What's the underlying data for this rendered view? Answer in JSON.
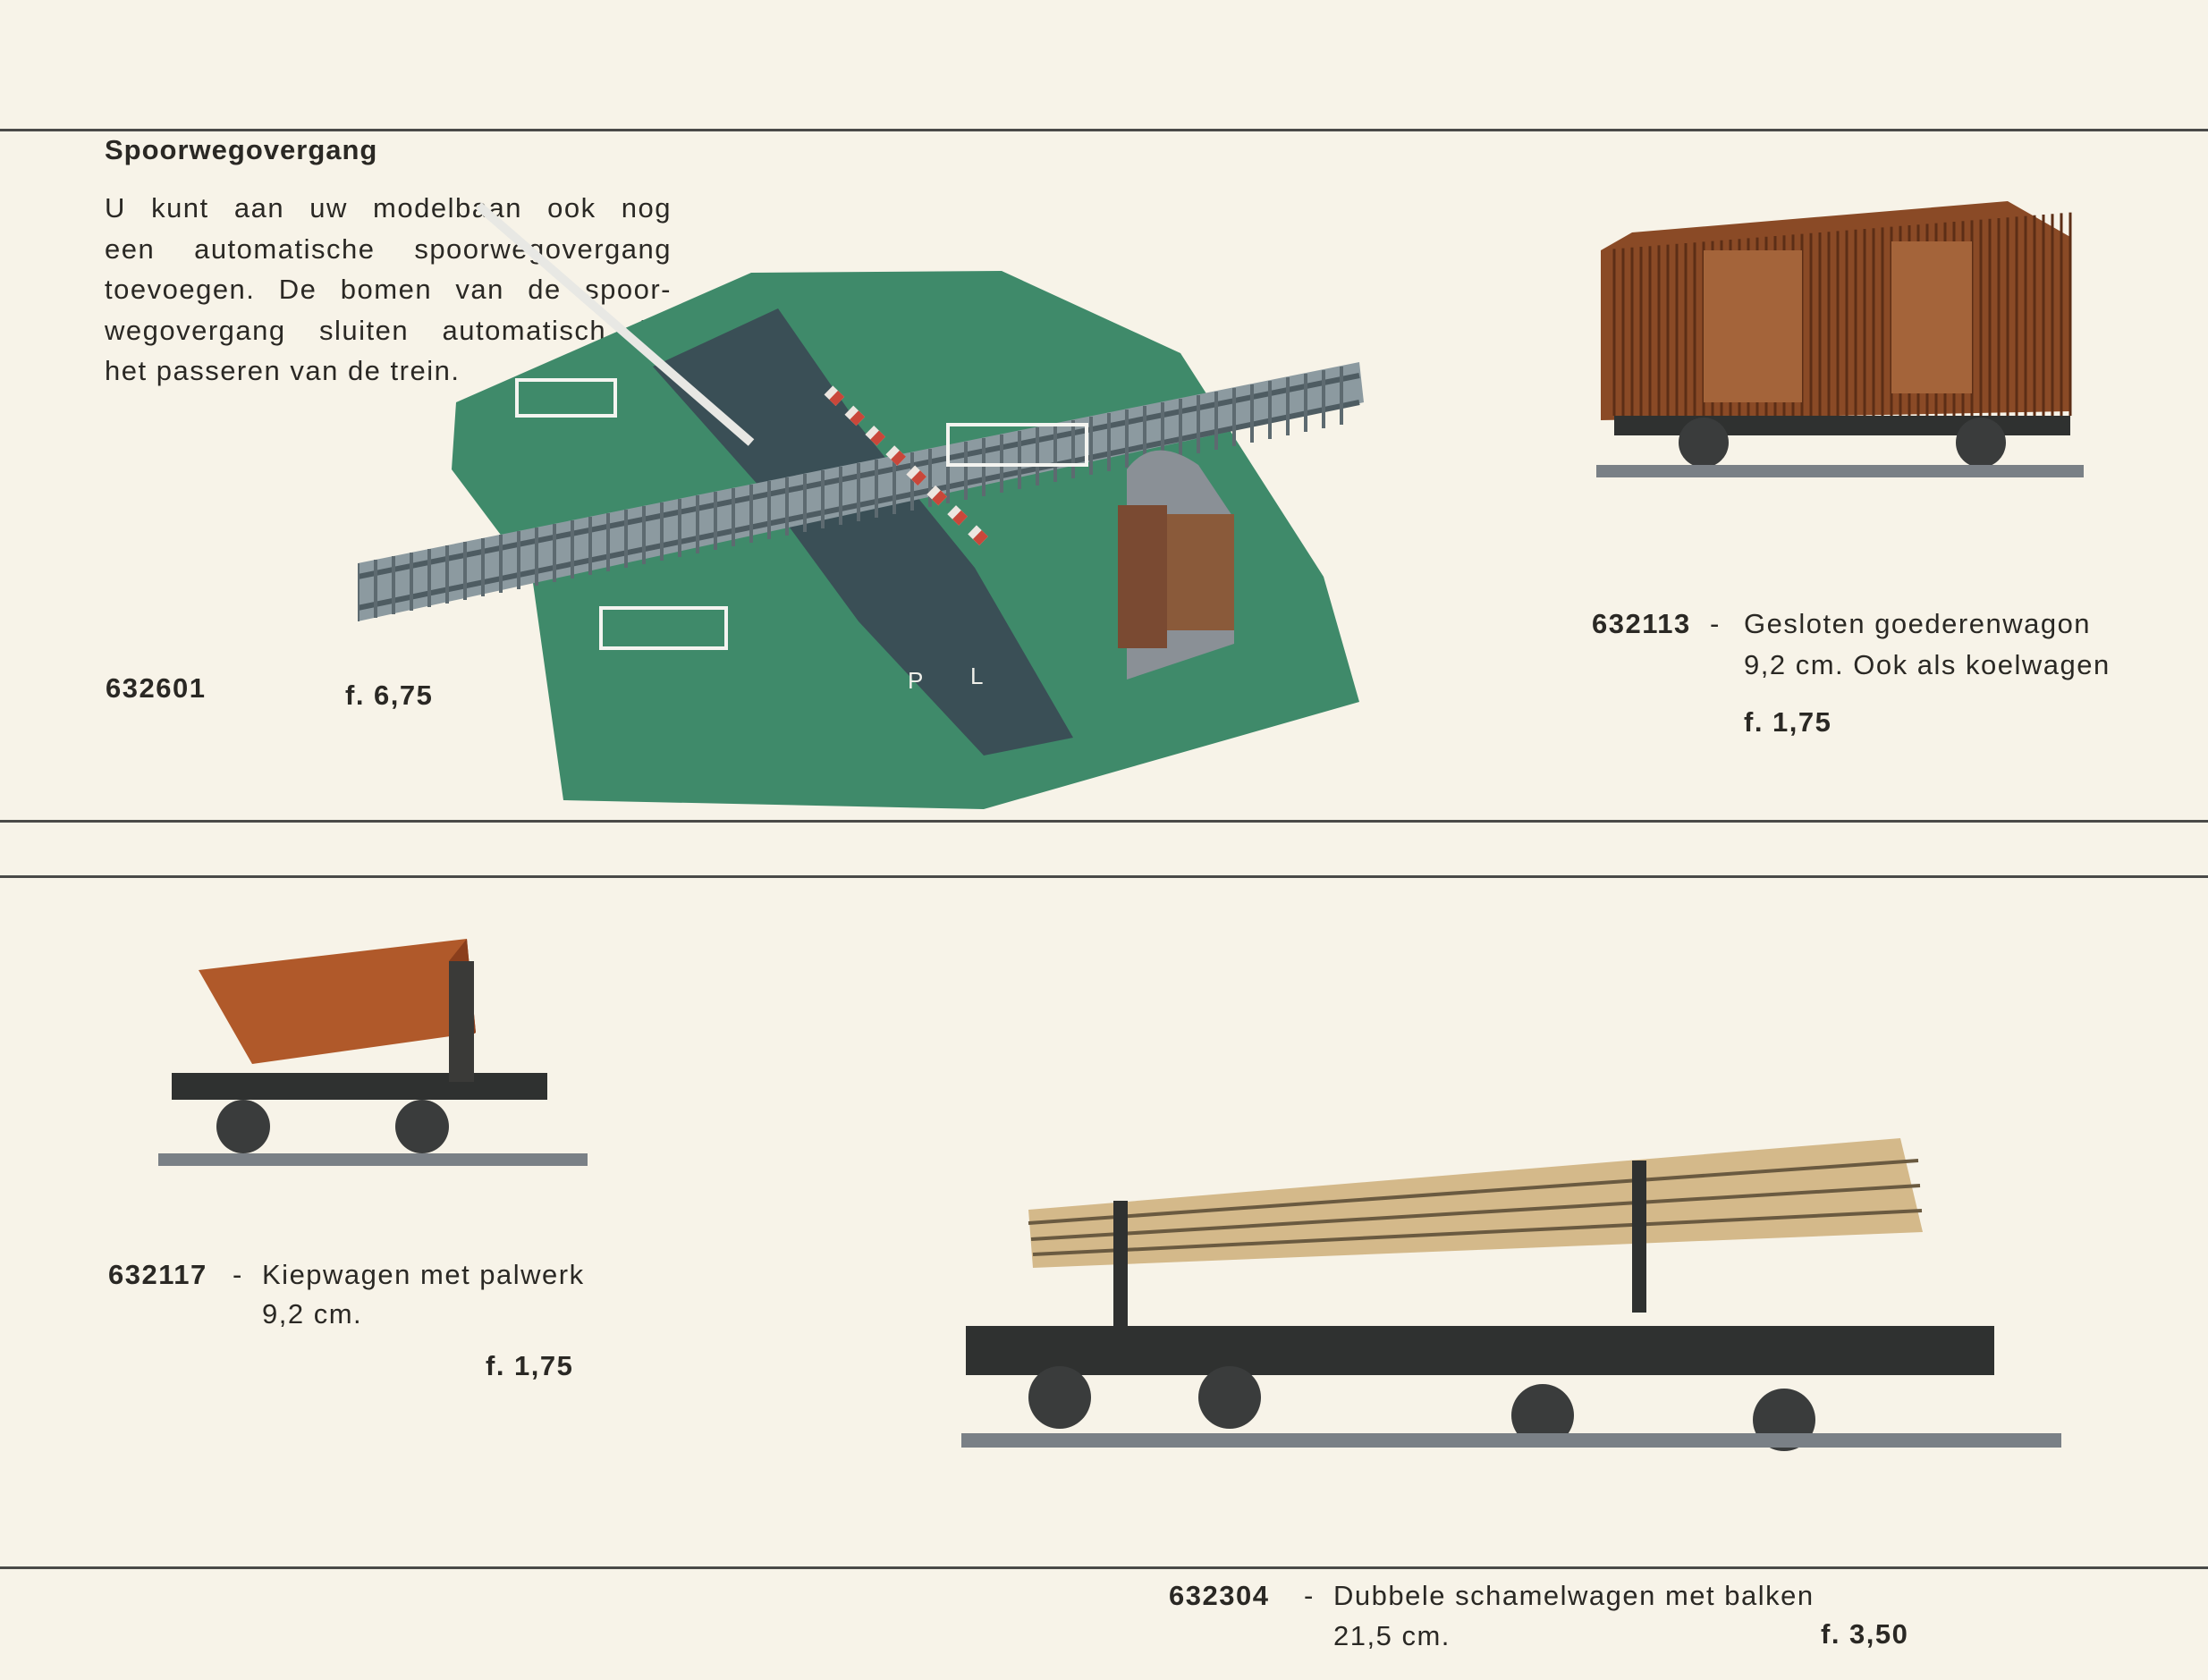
{
  "section": {
    "title": "Spoorwegovergang",
    "description_lines": [
      "U kunt aan uw modelbaan ook nog",
      "een automatische spoorwegovergang",
      "toevoegen. De bomen van de spoor-",
      "wegovergang sluiten automatisch bij",
      "het passeren van de trein."
    ]
  },
  "products": [
    {
      "code": "632601",
      "price": "f. 6,75"
    },
    {
      "code": "632113",
      "separator": "-",
      "name": "Gesloten goederenwagon",
      "detail": "9,2 cm. Ook als koelwagen",
      "price": "f. 1,75"
    },
    {
      "code": "632117",
      "separator": "-",
      "name": "Kiepwagen met palwerk",
      "detail": "9,2 cm.",
      "price": "f. 1,75"
    },
    {
      "code": "632304",
      "separator": "-",
      "name": "Dubbele schamelwagen met balken",
      "detail": "21,5 cm.",
      "price": "f. 3,50"
    }
  ],
  "crossing_signs": [
    "P",
    "L"
  ]
}
